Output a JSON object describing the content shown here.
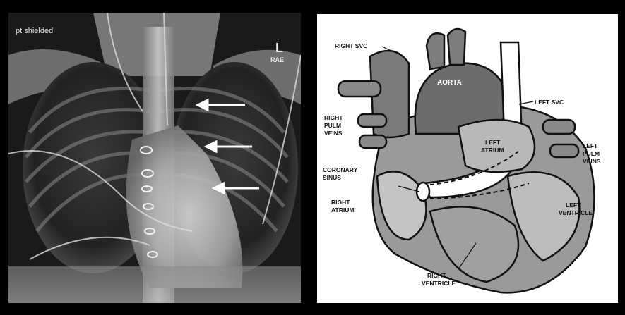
{
  "xray": {
    "corner_note": "pt shielded",
    "side_marker": "L",
    "marker_sub": "RAE",
    "arrow_count": 3
  },
  "diagram": {
    "labels": {
      "right_svc": "RIGHT SVC",
      "aorta": "AORTA",
      "left_svc": "LEFT SVC",
      "right_pulm_veins": [
        "RIGHT",
        "PULM",
        "VEINS"
      ],
      "left_atrium": [
        "LEFT",
        "ATRIUM"
      ],
      "left_pulm_veins": [
        "LEFT",
        "PULM",
        "VEINS"
      ],
      "coronary_sinus": [
        "CORONARY",
        "SINUS"
      ],
      "right_atrium": [
        "RIGHT",
        "ATRIUM"
      ],
      "left_ventricle": [
        "LEFT",
        "VENTRICLE"
      ],
      "right_ventricle": [
        "RIGHT",
        "VENTRICLE"
      ]
    }
  }
}
